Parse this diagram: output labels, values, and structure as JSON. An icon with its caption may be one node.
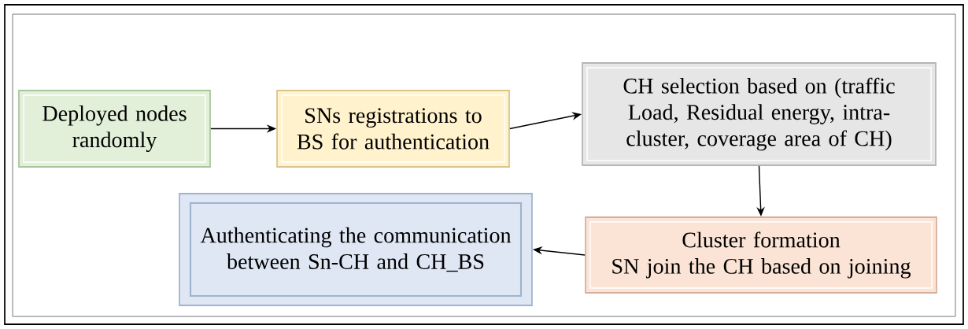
{
  "diagram": {
    "nodes": [
      {
        "text": [
          "Deployed nodes randomly"
        ]
      },
      {
        "text": [
          "SNs registrations to BS for authentication"
        ]
      },
      {
        "text": [
          "CH selection based on (traffic Load, Residual energy, intra-cluster, coverage area of CH)"
        ]
      },
      {
        "text": [
          "Cluster formation",
          "SN join the CH based on joining"
        ]
      },
      {
        "text": [
          "Authenticating the communication between Sn-CH and CH_BS"
        ]
      }
    ],
    "edges": [
      {
        "from": 0,
        "to": 1,
        "arrow": "to"
      },
      {
        "from": 1,
        "to": 2,
        "arrow": "to"
      },
      {
        "from": 2,
        "to": 3,
        "arrow": "to"
      },
      {
        "from": 3,
        "to": 4,
        "arrow": "to"
      }
    ]
  }
}
